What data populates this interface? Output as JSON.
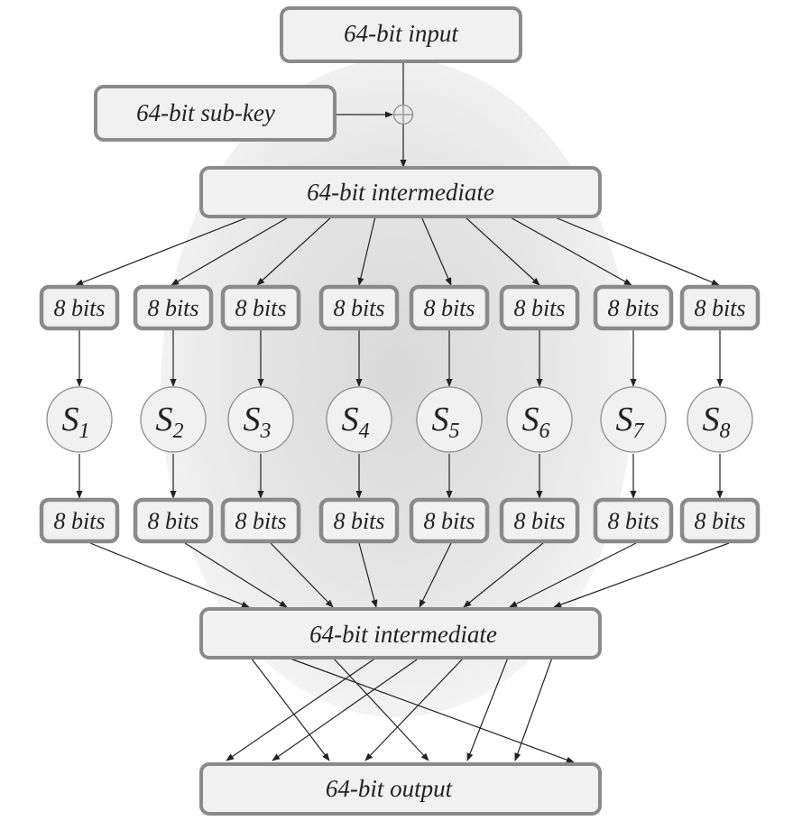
{
  "diagram": {
    "title": "Substitution-permutation round",
    "input": {
      "label": "64-bit input"
    },
    "subkey": {
      "label": "64-bit sub-key"
    },
    "xor_symbol": "xor-icon",
    "intermediate1": {
      "label": "64-bit intermediate"
    },
    "intermediate2": {
      "label": "64-bit intermediate"
    },
    "output": {
      "label": "64-bit output"
    },
    "chunks_in": [
      "8 bits",
      "8 bits",
      "8 bits",
      "8 bits",
      "8 bits",
      "8 bits",
      "8 bits",
      "8 bits"
    ],
    "sboxes": [
      {
        "symbol": "S",
        "index": "1"
      },
      {
        "symbol": "S",
        "index": "2"
      },
      {
        "symbol": "S",
        "index": "3"
      },
      {
        "symbol": "S",
        "index": "4"
      },
      {
        "symbol": "S",
        "index": "5"
      },
      {
        "symbol": "S",
        "index": "6"
      },
      {
        "symbol": "S",
        "index": "7"
      },
      {
        "symbol": "S",
        "index": "8"
      }
    ],
    "chunks_out": [
      "8 bits",
      "8 bits",
      "8 bits",
      "8 bits",
      "8 bits",
      "8 bits",
      "8 bits",
      "8 bits"
    ],
    "colors": {
      "box_fill": "#f1f1f1",
      "box_stroke": "#8a8a8a",
      "edge": "#222222",
      "background_blob": "#dddddd"
    },
    "edges": {
      "input_to_xor": true,
      "subkey_to_xor": true,
      "xor_to_intermediate1": true,
      "intermediate1_to_chunks": 8,
      "chunk_to_sbox": 8,
      "sbox_to_chunk": 8,
      "chunks_to_intermediate2": 8,
      "permutation_to_output": 8
    }
  }
}
